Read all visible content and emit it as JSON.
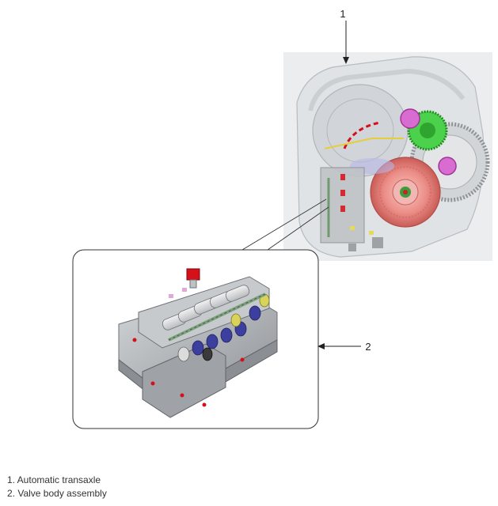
{
  "callouts": [
    {
      "number": "1"
    },
    {
      "number": "2"
    }
  ],
  "legend": {
    "items": [
      {
        "text": "1. Automatic transaxle"
      },
      {
        "text": "2. Valve body assembly"
      }
    ]
  },
  "colors": {
    "housing": "#c9cdd2",
    "clutch_pack": "#e8837d",
    "gear_green": "#3cc83c",
    "gear_magenta": "#d24fc6",
    "solenoid_blue": "#3d3f9e",
    "valve_body_gray": "#a8acb0",
    "accent_red": "#d4111a",
    "harness_green": "#7fa07f"
  }
}
